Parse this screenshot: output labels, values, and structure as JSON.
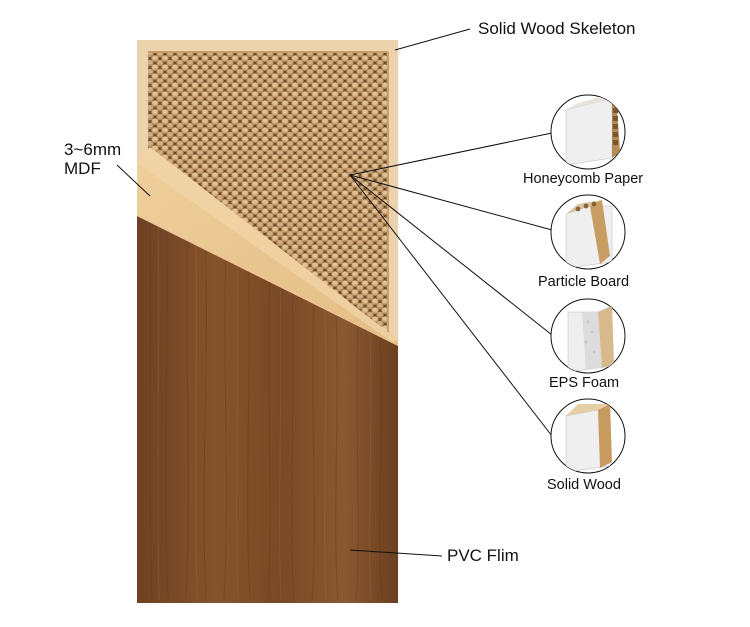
{
  "labels": {
    "solid_wood_skeleton": "Solid Wood Skeleton",
    "mdf_line1": "3~6mm",
    "mdf_line2": "MDF",
    "pvc": "PVC Flim"
  },
  "core_options": [
    {
      "label": "Honeycomb Paper",
      "icon": "honeycomb-paper-sample"
    },
    {
      "label": "Particle Board",
      "icon": "particle-board-sample"
    },
    {
      "label": "EPS Foam",
      "icon": "eps-foam-sample"
    },
    {
      "label": "Solid Wood",
      "icon": "solid-wood-sample"
    }
  ],
  "colors": {
    "walnut": "#7a4a26",
    "mdf": "#e7c48e",
    "honeycomb": "#a57c48",
    "frame": "#ecd3ae"
  }
}
